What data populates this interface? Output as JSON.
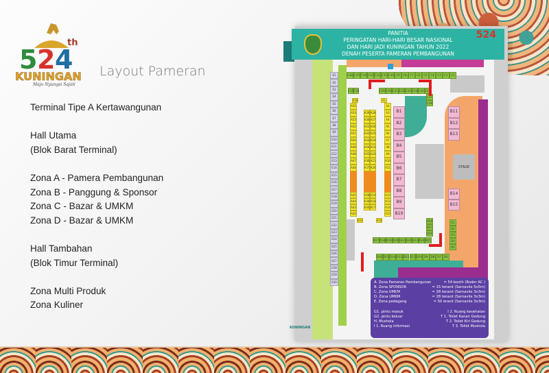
{
  "logo": {
    "number": "524",
    "suffix": "th",
    "name": "KUNINGAN",
    "tagline": "Majo Nyungsi Sajati"
  },
  "slide_title": "Layout Pameran",
  "notes": [
    "Terminal Tipe A Kertawangunan",
    "",
    "Hall Utama",
    "(Blok Barat Terminal)",
    "",
    "Zona A - Pamera Pembangunan",
    "Zona B - Panggung & Sponsor",
    "Zona C - Bazar & UMKM",
    "Zona D - Bazar & UMKM",
    "",
    "Hall Tambahan",
    "(Blok Timur Terminal)",
    "",
    "Zona Multi Produk",
    "Zona Kuliner"
  ],
  "map": {
    "header": [
      "PANITIA",
      "PERINGATAN HARI-HARI BESAR NASIONAL",
      "DAN HARI JADI KUNINGAN TAHUN 2022",
      "DENAH PESERTA PAMERAN PEMBANGUNAN"
    ],
    "header_badge": "524",
    "stage": "STAGE",
    "e_booths": [
      "E1",
      "E2",
      "E3",
      "E4",
      "E5",
      "E6",
      "E7",
      "E8",
      "E9",
      "E10",
      "E11",
      "E12",
      "E13",
      "E14",
      "E15",
      "E16",
      "E17",
      "E18",
      "E19",
      "E20",
      "E21",
      "E22",
      "E23",
      "E24",
      "E25",
      "E26",
      "E27",
      "E28",
      "E29",
      "E30"
    ],
    "c_top": [
      "C16",
      "C15",
      "C14",
      "C13",
      "C12",
      "C11",
      "C10",
      "C9",
      "C8",
      "C7",
      "C6",
      "C5",
      "C4",
      "C3",
      "C2",
      "C1"
    ],
    "c_mid": [
      "C19",
      "C20",
      "C21",
      "C22",
      "C23",
      "C24",
      "C25",
      "C26"
    ],
    "c_left": [
      "C17",
      "C18"
    ],
    "c_right": [
      "C27",
      "C28"
    ],
    "a_col1": [
      "A55",
      "A54",
      "A53",
      "A52",
      "A51",
      "A50",
      "A49",
      "A48",
      "A47",
      "A46"
    ],
    "a_col2l": [
      "A29",
      "A30",
      "A31",
      "A32",
      "A33",
      "A34",
      "A35",
      "A36",
      "A37"
    ],
    "a_col2r": [
      "A28",
      "A27",
      "A26",
      "A25",
      "A24",
      "A23",
      "A22",
      "A21",
      "A20"
    ],
    "a_col3": [
      "A2",
      "A3",
      "A4",
      "A5",
      "A6",
      "A7",
      "A8",
      "A9",
      "A10",
      "A11"
    ],
    "a_low1": [
      "A45",
      "A44",
      "A43",
      "A42"
    ],
    "a_low2l": [
      "A38",
      "A39",
      "A40"
    ],
    "a_low2r": [
      "A19",
      "A18",
      "A17"
    ],
    "a_low3": [
      "A12",
      "A13",
      "A14",
      "A15"
    ],
    "a_misc": [
      "A56",
      "A1",
      "A41",
      "A16"
    ],
    "b_left": [
      "B1",
      "B2",
      "B3",
      "B4",
      "B5",
      "B6",
      "B7",
      "B8",
      "B9",
      "B10"
    ],
    "b_right_top": [
      "B11",
      "B12",
      "B13"
    ],
    "b_right_bottom": [
      "B14",
      "B15"
    ],
    "d_row1": [
      "D17",
      "D18",
      "D19",
      "D20",
      "D21",
      "D22",
      "D23",
      "D24",
      "D25"
    ],
    "d_row2": [
      "D16",
      "D15",
      "D14",
      "D13",
      "D12",
      "D11",
      "D10",
      "D9",
      "D8",
      "D7",
      "D6"
    ],
    "d_col": [
      "D28",
      "D27",
      "D26"
    ],
    "d_right": [
      "D1",
      "D2",
      "D3",
      "D4",
      "D5"
    ],
    "legend_zones": [
      [
        "A. Zona Pameran Pembangunan",
        "= 54 booth (Roder AC )"
      ],
      [
        "B. Zona SPONSOR",
        "= 15 tenant (Sarnavile 5x5m)"
      ],
      [
        "C. Zona UMKM",
        "= 28 tenant (Sarnavile 3x3m)"
      ],
      [
        "D. Zona UMKM",
        "= 28 tenant (Sarnavile 3x3m)"
      ],
      [
        "E. Zona pedagang",
        "= 50 enant (Sarnavile 3x3m)"
      ]
    ],
    "legend_facilities": [
      [
        "G1. pintu masuk",
        "I 2. Ruang kesehatan"
      ],
      [
        "G2. pintu keluar",
        "T 1. Toilet Kanan Gedung"
      ],
      [
        "H. Mushola",
        "T 2. Toilet Kiri Gedung"
      ],
      [
        "I 1. Ruang informasi",
        "T 3. Toilet Mushola"
      ]
    ],
    "footer_logo": "KUNINGAN"
  },
  "colors": {
    "teal": "#2db3a3",
    "green": "#8cc63e",
    "yellow": "#f7e928",
    "pink": "#f3b8d3",
    "orange": "#f4a66a",
    "purple": "#9b2d8f",
    "legend": "#5b3fa3",
    "arrow": "#e01e1e"
  }
}
